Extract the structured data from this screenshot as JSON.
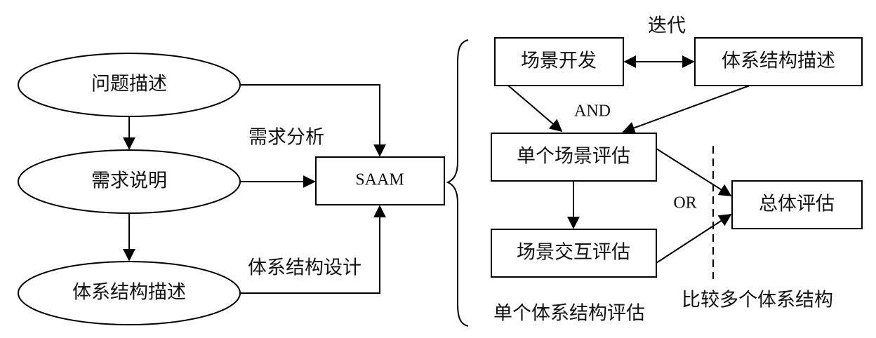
{
  "left": {
    "ellipses": [
      "问题描述",
      "需求说明",
      "体系结构描述"
    ],
    "center_box": "SAAM",
    "arrow_labels": {
      "requirements_analysis": "需求分析",
      "architecture_design": "体系结构设计"
    }
  },
  "right": {
    "iteration_label": "迭代",
    "boxes": {
      "scenario_dev": "场景开发",
      "arch_desc": "体系结构描述",
      "single_eval": "单个场景评估",
      "interaction_eval": "场景交互评估",
      "overall_eval": "总体评估"
    },
    "and_label": "AND",
    "or_label": "OR",
    "single_arch_caption": "单个体系结构评估",
    "compare_caption": "比较多个体系结构"
  }
}
